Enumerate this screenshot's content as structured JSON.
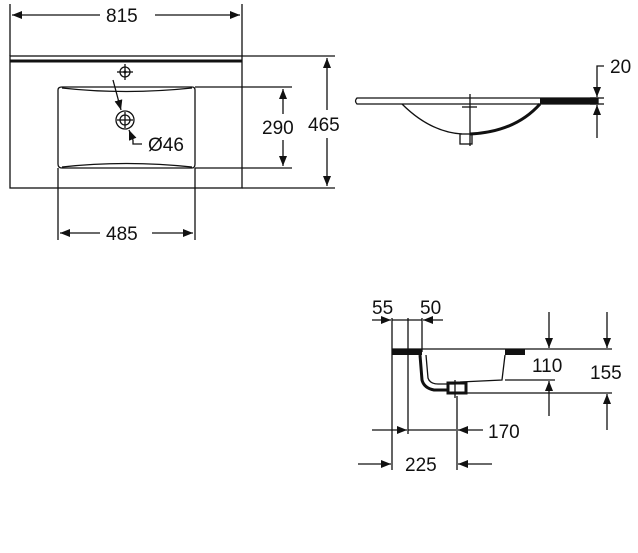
{
  "title": "Washbasin dimension drawing",
  "top_view": {
    "width": "815",
    "depth": "465",
    "bowl_depth": "290",
    "bowl_width": "485",
    "drain_diameter": "Ø46"
  },
  "front_view": {
    "thickness": "20"
  },
  "side_view": {
    "dim_a": "55",
    "dim_b": "50",
    "dim_c": "110",
    "dim_d": "155",
    "dim_e": "170",
    "dim_f": "225"
  },
  "colors": {
    "line": "#111111",
    "background": "#ffffff"
  }
}
